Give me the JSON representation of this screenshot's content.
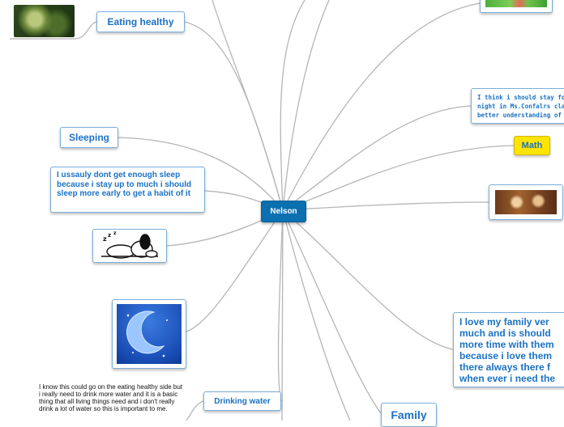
{
  "central": "Nelson",
  "topics": {
    "eating_healthy": "Eating healthy",
    "sleeping": "Sleeping",
    "sleep_note": "I ussauly dont get enough sleep because i stay up to much i should sleep more early to get a habit of it",
    "drinking_water": "Drinking water",
    "water_note": "I know this could go on the eating healthy side but i really need to drink more water and it is a basic thing that all living things need and i don't really drink a lot of water so this is important to me.",
    "math": "Math",
    "math_note": "I think i should stay fo night in Ms.Confalrs cla better understanding of",
    "family": "Family",
    "family_note": "I love my family ver much and is should more time with them because i love them there always there f when ever i need the"
  },
  "images": {
    "food": "food-photo",
    "sleeping_dog": "sleeping-dog-cartoon",
    "moon": "crescent-moon",
    "study": "study-photo",
    "green_top": "green-field-image"
  },
  "colors": {
    "topic_text": "#1b72c4",
    "topic_border": "#7aaedc",
    "central_fill": "#0b6fb0",
    "math_fill": "#ffe400",
    "line": "#b5b5b5"
  }
}
